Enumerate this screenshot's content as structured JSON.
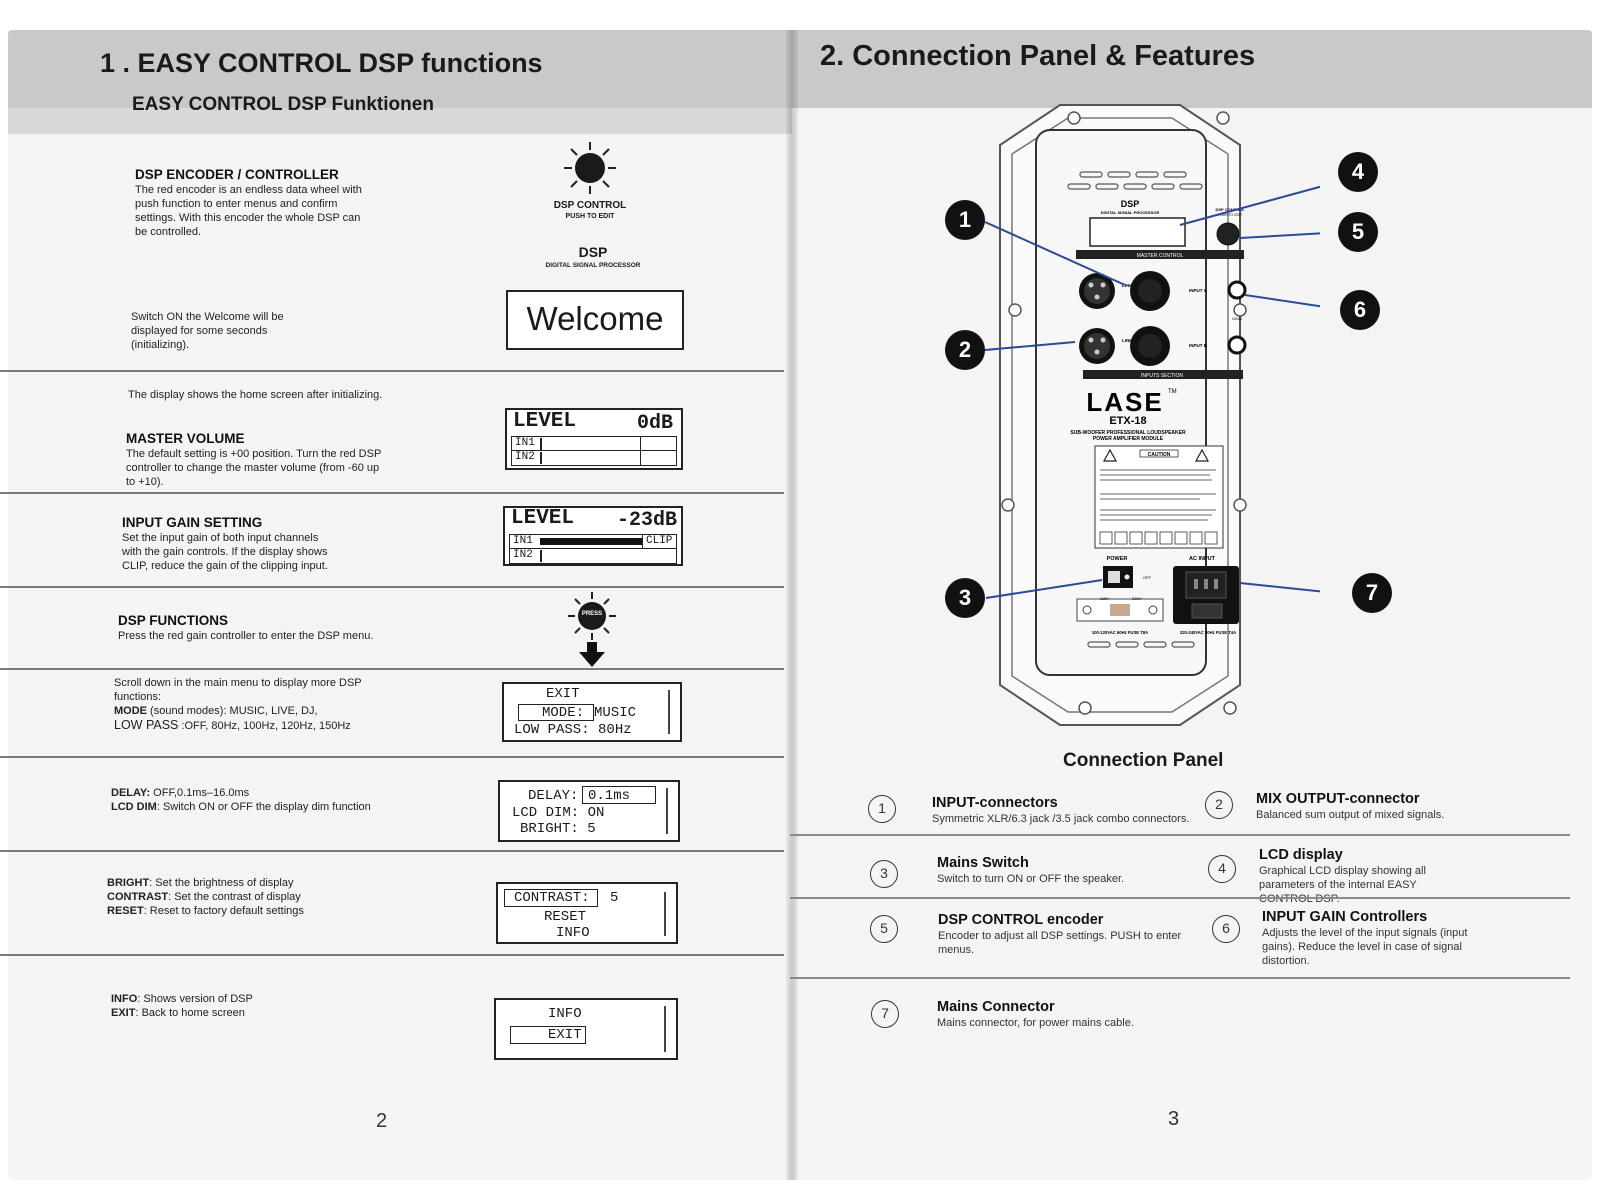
{
  "left_page": {
    "title": "1 . EASY CONTROL DSP functions",
    "subtitle": "EASY CONTROL DSP Funktionen",
    "page_number": "2",
    "sections": {
      "encoder": {
        "heading": "DSP ENCODER / CONTROLLER",
        "text": "The red encoder is an endless data wheel with push function to enter menus and confirm settings. With this encoder the whole DSP can be controlled.",
        "knob_label": "DSP CONTROL",
        "knob_sub": "PUSH TO EDIT",
        "dsp_label": "DSP",
        "dsp_sub": "DIGITAL SIGNAL PROCESSOR"
      },
      "welcome": {
        "text": "Switch ON the Welcome will be displayed for some seconds (initializing).",
        "lcd": "Welcome"
      },
      "master": {
        "pre": "The display shows the home screen after initializing.",
        "heading": "MASTER VOLUME",
        "text": "The default setting is +00 position. Turn the red DSP controller to change the master volume (from -60 up to +10).",
        "lcd_level": "LEVEL",
        "lcd_value": "0dB",
        "in1": "IN1",
        "in2": "IN2"
      },
      "gain": {
        "heading": "INPUT GAIN SETTING",
        "text": "Set the input gain of both input channels with the gain controls. If the display shows CLIP, reduce the gain of the clipping input.",
        "lcd_level": "LEVEL",
        "lcd_value": "-23dB",
        "in1": "IN1",
        "in2": "IN2",
        "clip": "CLIP"
      },
      "functions": {
        "heading": "DSP FUNCTIONS",
        "text": "Press the red gain controller to enter the DSP menu.",
        "press": "PRESS"
      },
      "scroll": {
        "text": "Scroll down in the main menu to display more DSP functions:",
        "mode_key": "MODE",
        "mode_text": " (sound modes): MUSIC, LIVE, DJ,",
        "lowpass_key": "LOW PASS",
        "lowpass_text": "   :OFF, 80Hz, 100Hz, 120Hz, 150Hz",
        "lcd_l1": "EXIT",
        "lcd_l2a": "MODE:",
        "lcd_l2b": "MUSIC",
        "lcd_l3": "LOW PASS: 80Hz"
      },
      "delay": {
        "delay_key": "DELAY:",
        "delay_text": " OFF,0.1ms–16.0ms",
        "dim_key": "LCD DIM",
        "dim_text": ": Switch ON or OFF the display dim function",
        "lcd_l1a": "DELAY:",
        "lcd_l1b": "0.1ms",
        "lcd_l2": "LCD DIM: ON",
        "lcd_l3": "BRIGHT: 5"
      },
      "bright": {
        "bright_key": "BRIGHT",
        "bright_text": ": Set the brightness of display",
        "contrast_key": "CONTRAST",
        "contrast_text": ": Set the contrast of display",
        "reset_key": "RESET",
        "reset_text": ": Reset to factory default settings",
        "lcd_l1a": "CONTRAST:",
        "lcd_l1b": "5",
        "lcd_l2": "RESET",
        "lcd_l3": "INFO"
      },
      "info": {
        "info_key": "INFO",
        "info_text": ": Shows version of DSP",
        "exit_key": "EXIT",
        "exit_text": ": Back to home screen",
        "lcd_l1": "INFO",
        "lcd_l2": "EXIT"
      }
    }
  },
  "right_page": {
    "title": "2. Connection Panel & Features",
    "page_number": "3",
    "panel": {
      "dsp": "DSP",
      "dsp_sub": "DIGITAL SIGNAL PROCESSOR",
      "dsp_control": "DSP CONTROL",
      "push": "PUSH TO EDIT",
      "master": "MASTER CONTROL",
      "inputs": "INPUTS SECTION",
      "link": "LINK",
      "input_a": "INPUT A",
      "input_b": "INPUT B",
      "gain": "GAIN",
      "brand": "LASE",
      "tm": "TM",
      "model": "ETX-18",
      "desc1": "SUB-WOOFER PROFESSIONAL LOUDSPEAKER",
      "desc2": "POWER AMPLIFIER MODULE",
      "caution": "CAUTION",
      "power": "POWER",
      "ac_input": "AC INPUT",
      "off": "OFF",
      "v115": "115V",
      "v230": "230V",
      "volt_low": "100-120VAC 60Hz FUSE T8A",
      "volt_high": "220-240VAC 50Hz FUSE T4A"
    },
    "callouts": [
      "1",
      "2",
      "3",
      "4",
      "5",
      "6",
      "7"
    ],
    "connection_panel_title": "Connection Panel",
    "features": [
      {
        "num": "1",
        "title": "INPUT-connectors",
        "text": "Symmetric XLR/6.3 jack /3.5 jack combo connectors."
      },
      {
        "num": "2",
        "title": "MIX OUTPUT-connector",
        "text": "Balanced sum output of mixed signals."
      },
      {
        "num": "3",
        "title": "Mains Switch",
        "text": "Switch to turn ON or OFF the speaker."
      },
      {
        "num": "4",
        "title": "LCD display",
        "text": "Graphical LCD display showing all parameters of the internal EASY CONTROL DSP."
      },
      {
        "num": "5",
        "title": "DSP CONTROL encoder",
        "text": "Encoder to adjust all DSP settings. PUSH to enter menus."
      },
      {
        "num": "6",
        "title": "INPUT GAIN Controllers",
        "text": "Adjusts the level of the input signals (input gains). Reduce the level in case of signal distortion."
      },
      {
        "num": "7",
        "title": "Mains Connector",
        "text": "Mains connector, for power mains cable."
      }
    ]
  }
}
